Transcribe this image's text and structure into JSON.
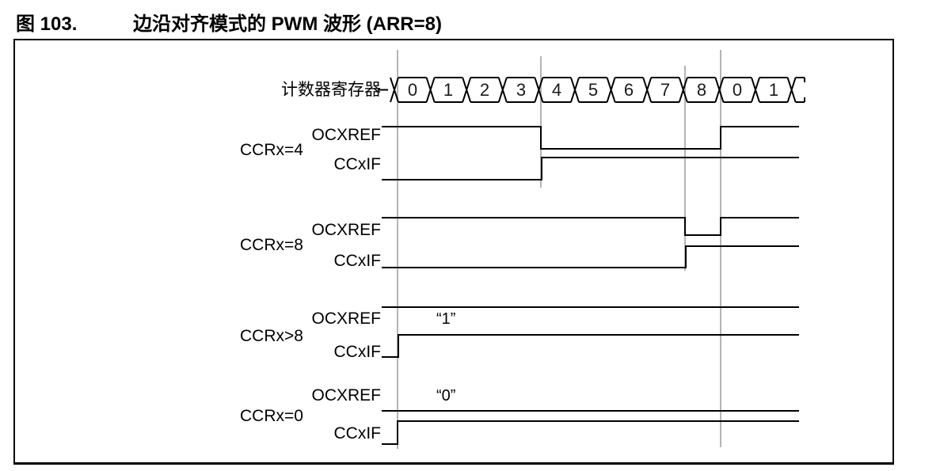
{
  "figure": {
    "label": "图 103.",
    "title": "边沿对齐模式的 PWM 波形 (ARR=8)"
  },
  "counter": {
    "label": "计数器寄存器",
    "values": [
      "0",
      "1",
      "2",
      "3",
      "4",
      "5",
      "6",
      "7",
      "8",
      "0",
      "1"
    ]
  },
  "groups": [
    {
      "name": "CCRx=4",
      "signals": [
        {
          "label": "OCXREF",
          "wave": "high from counter 0 to 4, low from 4 until overflow, high again after rollover"
        },
        {
          "label": "CCxIF",
          "wave": "rises when counter reaches 4, stays high"
        }
      ]
    },
    {
      "name": "CCRx=8",
      "signals": [
        {
          "label": "OCXREF",
          "wave": "high from counter 0 to 8, low from 8 until overflow, high again after rollover"
        },
        {
          "label": "CCxIF",
          "wave": "rises when counter reaches 8, stays high"
        }
      ]
    },
    {
      "name": "CCRx>8",
      "signals": [
        {
          "label": "OCXREF",
          "annotation": "“1”",
          "wave": "always high"
        },
        {
          "label": "CCxIF",
          "wave": "rises at period start, stays high"
        }
      ]
    },
    {
      "name": "CCRx=0",
      "signals": [
        {
          "label": "OCXREF",
          "annotation": "“0”",
          "wave": "always low"
        },
        {
          "label": "CCxIF",
          "wave": "rises at period start, stays high"
        }
      ]
    }
  ],
  "colors": {
    "line": "#000000",
    "period_marker": "#b4b4b4",
    "background": "#ffffff"
  }
}
